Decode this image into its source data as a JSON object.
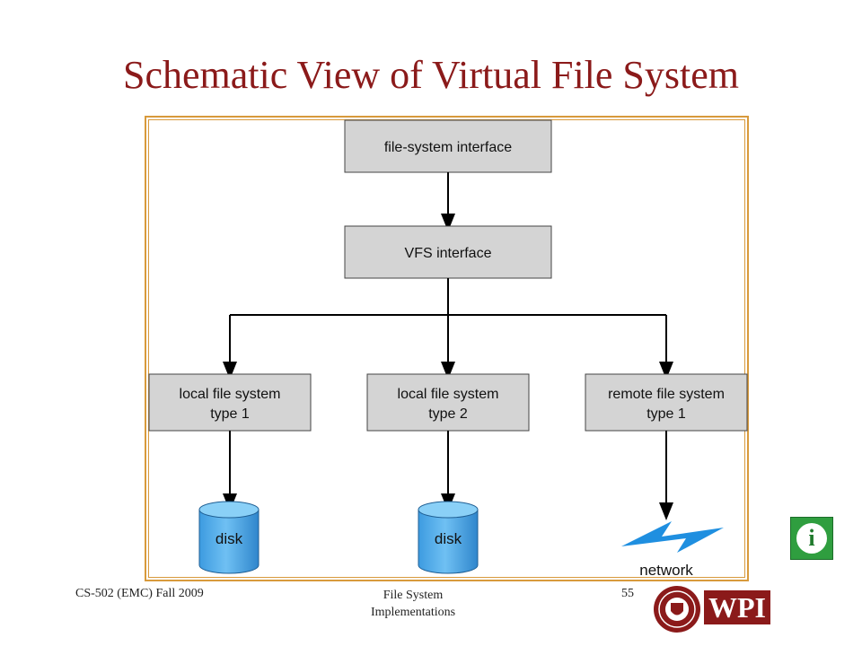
{
  "slide": {
    "title": "Schematic View of Virtual File System"
  },
  "diagram": {
    "top_box": "file-system interface",
    "vfs_box": "VFS interface",
    "leaf_boxes": [
      {
        "line1": "local file system",
        "line2": "type 1"
      },
      {
        "line1": "local file system",
        "line2": "type 2"
      },
      {
        "line1": "remote file system",
        "line2": "type 1"
      }
    ],
    "disk_labels": [
      "disk",
      "disk"
    ],
    "network_label": "network",
    "colors": {
      "box_fill": "#d4d4d4",
      "disk_fill": "#4aa8e8",
      "network_bolt": "#1f8fe0",
      "frame": "#d89a3c"
    }
  },
  "footer": {
    "course": "CS-502 (EMC) Fall 2009",
    "topic_line1": "File System",
    "topic_line2": "Implementations",
    "page_number": "55"
  },
  "logo": {
    "text": "WPI"
  },
  "info_button": {
    "icon": "info-icon"
  }
}
